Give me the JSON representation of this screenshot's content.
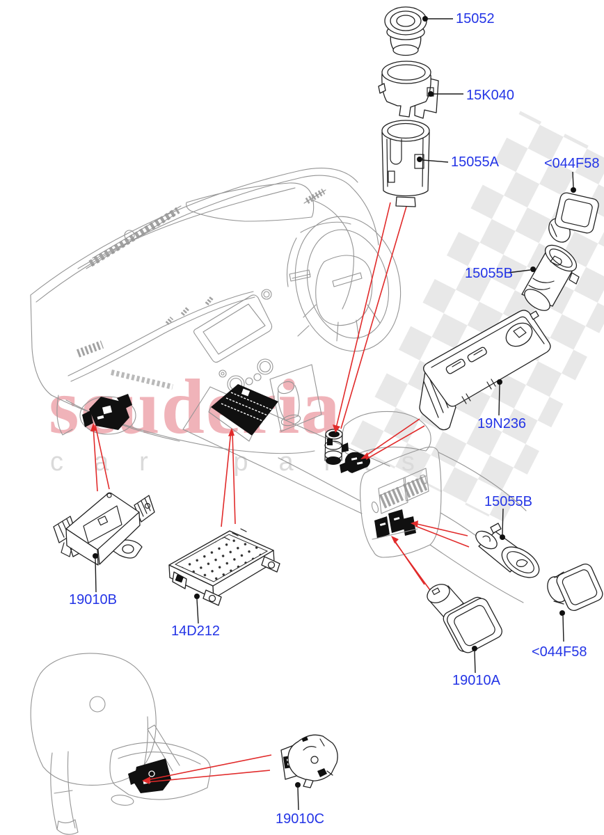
{
  "page": {
    "background": "#ffffff"
  },
  "watermark": {
    "brand": "scuderia",
    "tagline": "car parts",
    "brand_color": "#f0b3b9",
    "tagline_color": "#dadada",
    "flag_color": "#e7e7e7"
  },
  "colors": {
    "label_blue": "#2334e6",
    "leader_red": "#e12a2a",
    "art_gray": "#949494",
    "part_dark": "#202020"
  },
  "part_labels": [
    {
      "id": "15052",
      "label": "15052"
    },
    {
      "id": "15K040",
      "label": "15K040"
    },
    {
      "id": "15055A",
      "label": "15055A"
    },
    {
      "id": "044F58-upper",
      "label": "<044F58"
    },
    {
      "id": "15055B-upper",
      "label": "15055B"
    },
    {
      "id": "19N236",
      "label": "19N236"
    },
    {
      "id": "15055B-lower",
      "label": "15055B"
    },
    {
      "id": "19010B",
      "label": "19010B"
    },
    {
      "id": "14D212",
      "label": "14D212"
    },
    {
      "id": "19010A",
      "label": "19010A"
    },
    {
      "id": "044F58-lower",
      "label": "<044F58"
    },
    {
      "id": "19010C",
      "label": "19010C"
    }
  ]
}
